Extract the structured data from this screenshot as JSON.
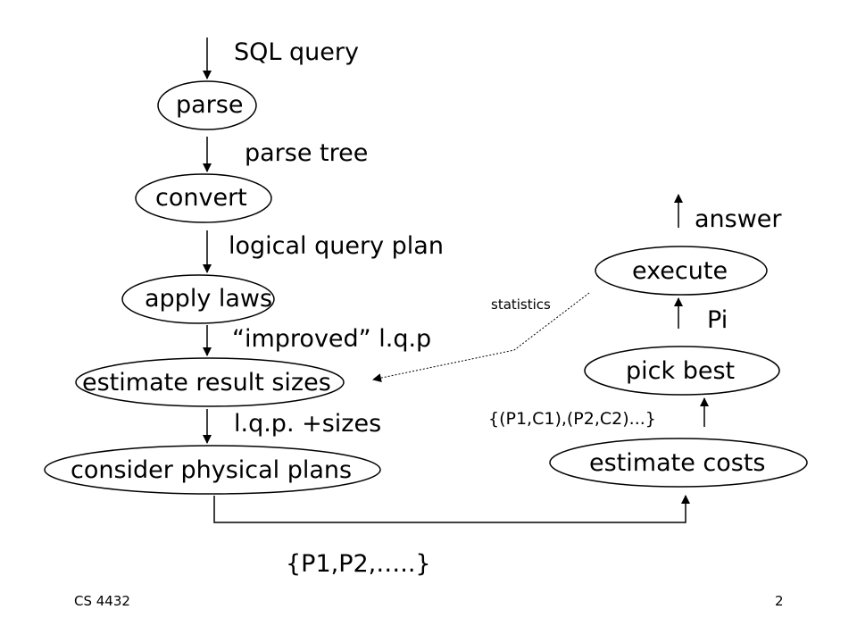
{
  "nodes": {
    "parse": "parse",
    "convert": "convert",
    "apply_laws": "apply laws",
    "estimate_sizes": "estimate result sizes",
    "consider_plans": "consider physical plans",
    "estimate_costs": "estimate costs",
    "pick_best": "pick best",
    "execute": "execute"
  },
  "edges": {
    "sql_query": "SQL query",
    "parse_tree": "parse tree",
    "logical_plan": "logical query plan",
    "improved": "“improved” l.q.p",
    "lqp_sizes": "l.q.p. +sizes",
    "plans_set": "{P1,P2,…..}",
    "pairs": "{(P1,C1),(P2,C2)...}",
    "pi": "Pi",
    "answer": "answer",
    "statistics": "statistics"
  },
  "footer": {
    "course": "CS 4432",
    "page": "2"
  }
}
